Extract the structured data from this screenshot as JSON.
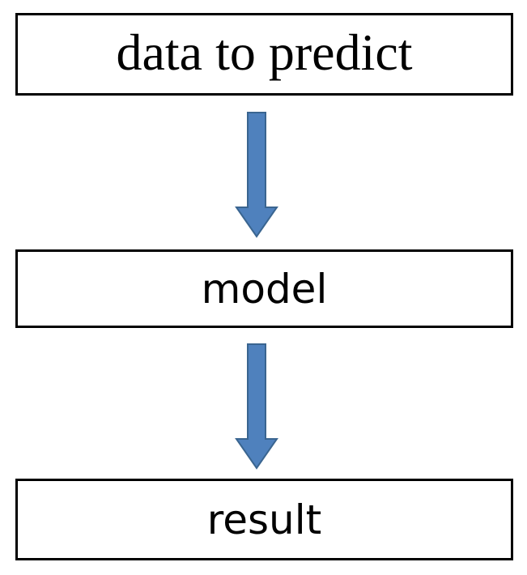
{
  "diagram": {
    "nodes": [
      {
        "id": "input",
        "label": "data to predict"
      },
      {
        "id": "model",
        "label": "model"
      },
      {
        "id": "output",
        "label": "result"
      }
    ],
    "edges": [
      {
        "from": "input",
        "to": "model"
      },
      {
        "from": "model",
        "to": "output"
      }
    ],
    "colors": {
      "border": "#000000",
      "arrow_fill": "#4F81BD",
      "arrow_stroke": "#3A6590"
    }
  }
}
